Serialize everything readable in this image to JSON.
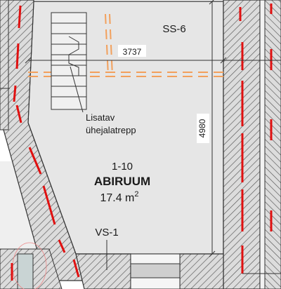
{
  "walls": {
    "top_right_label": "SS-6",
    "bottom_left_label": "VS-1"
  },
  "dimensions": {
    "horizontal": "3737",
    "vertical": "4980"
  },
  "stair": {
    "note_line1": "Lisatav",
    "note_line2": "ühejalatrepp"
  },
  "room": {
    "number": "1-10",
    "name": "ABIRUUM",
    "area_value": "17.4 m",
    "area_unit_sup": "2"
  },
  "colors": {
    "wall_hatch": "#4a4a4a",
    "wall_fill": "#d9d9d9",
    "floor": "#e6e6e6",
    "red_line": "#e01010",
    "orange_dashed": "#f2a05c",
    "door": "#cfcfcf"
  }
}
